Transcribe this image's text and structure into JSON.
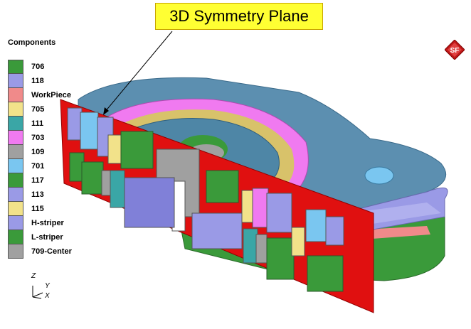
{
  "callout": {
    "text": "3D Symmetry Plane"
  },
  "legend": {
    "title": "Components",
    "items": [
      {
        "label": "706",
        "color": "#3a9a3a"
      },
      {
        "label": "118",
        "color": "#9a9ae6"
      },
      {
        "label": "WorkPiece",
        "color": "#f08a8a"
      },
      {
        "label": "705",
        "color": "#f2e28a"
      },
      {
        "label": "111",
        "color": "#3aa6a6"
      },
      {
        "label": "703",
        "color": "#f07af0"
      },
      {
        "label": "109",
        "color": "#a0a0a0"
      },
      {
        "label": "701",
        "color": "#7ac6f0"
      },
      {
        "label": "117",
        "color": "#3a9a3a"
      },
      {
        "label": "113",
        "color": "#9a9ae6"
      },
      {
        "label": "115",
        "color": "#f2e28a"
      },
      {
        "label": "H-striper",
        "color": "#9a9ae6"
      },
      {
        "label": "L-striper",
        "color": "#3a9a3a"
      },
      {
        "label": "709-Center",
        "color": "#a0a0a0"
      }
    ]
  },
  "axes": {
    "z": "Z",
    "y": "Y",
    "x": "X"
  },
  "logo": {
    "text": "SF",
    "icon": "sf-diamond-logo"
  }
}
